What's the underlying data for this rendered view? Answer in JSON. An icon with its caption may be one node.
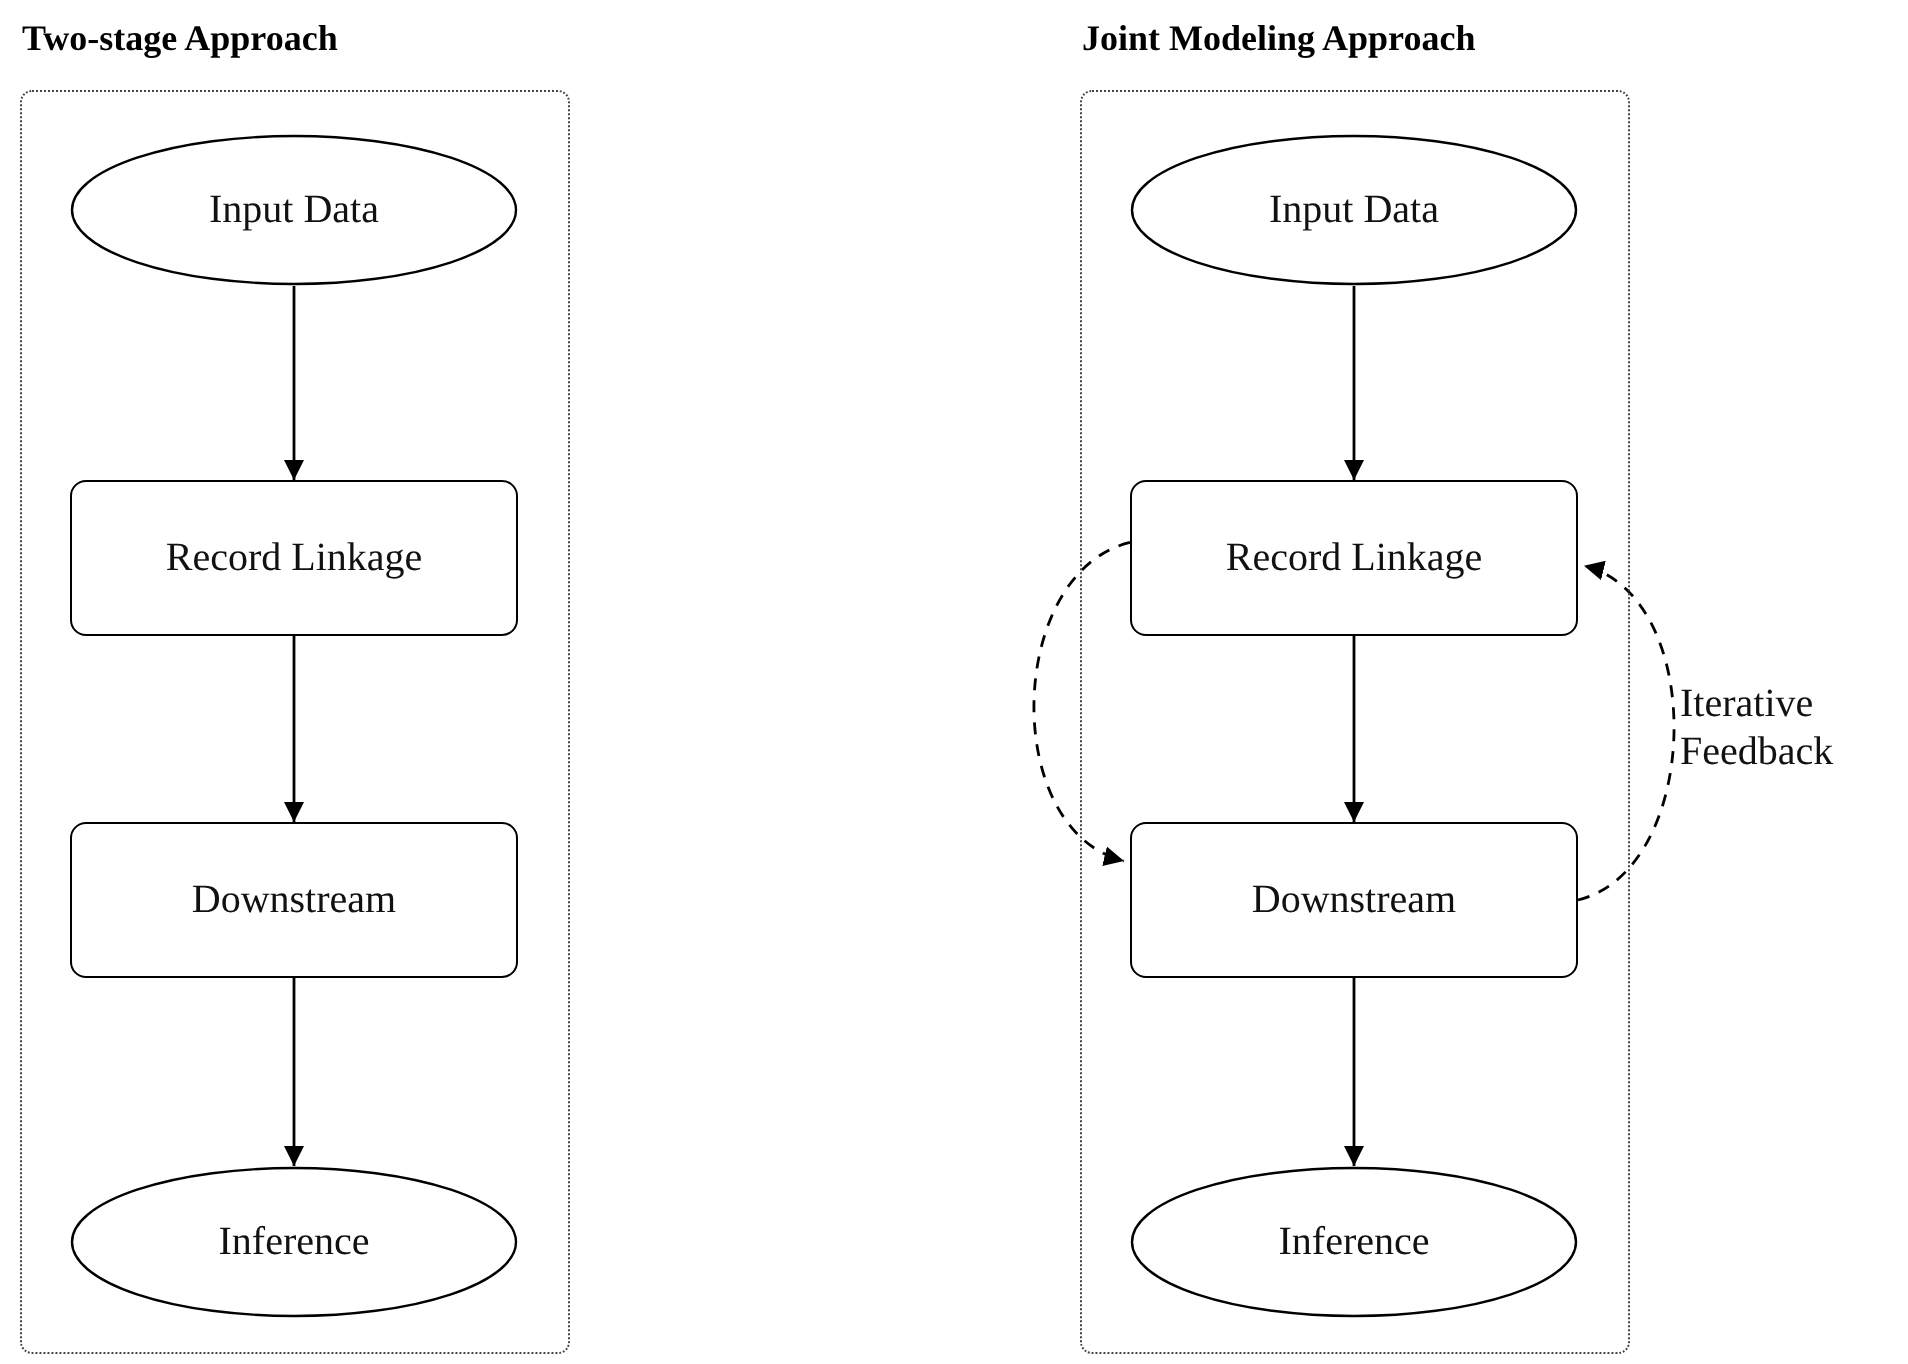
{
  "diagram": {
    "nodes": [
      {
        "text": [
          "Two-stage Approach"
        ]
      },
      {
        "text": [
          "Input Data"
        ],
        "in": 0
      },
      {
        "text": [
          "Record Linkage"
        ],
        "in": 0
      },
      {
        "text": [
          "Downstream"
        ],
        "in": 0
      },
      {
        "text": [
          "Inference"
        ],
        "in": 0
      },
      {
        "text": [
          "Joint Modeling Approach"
        ]
      },
      {
        "text": [
          "Input Data"
        ],
        "in": 5
      },
      {
        "text": [
          "Record Linkage"
        ],
        "in": 5
      },
      {
        "text": [
          "Downstream"
        ],
        "in": 5
      },
      {
        "text": [
          "Inference"
        ],
        "in": 5
      }
    ],
    "edges": [
      {
        "from": 1,
        "to": 2,
        "arrow": "to"
      },
      {
        "from": 2,
        "to": 3,
        "arrow": "to"
      },
      {
        "from": 3,
        "to": 4,
        "arrow": "to"
      },
      {
        "from": 6,
        "to": 7,
        "arrow": "to"
      },
      {
        "from": 7,
        "to": 8,
        "arrow": "to"
      },
      {
        "from": 8,
        "to": 9,
        "arrow": "to"
      },
      {
        "from": 7,
        "to": 8,
        "arrow": "to",
        "style": "dashed"
      },
      {
        "from": 8,
        "to": 7,
        "arrow": "to",
        "style": "dashed",
        "label": "Iterative Feedback"
      }
    ]
  }
}
